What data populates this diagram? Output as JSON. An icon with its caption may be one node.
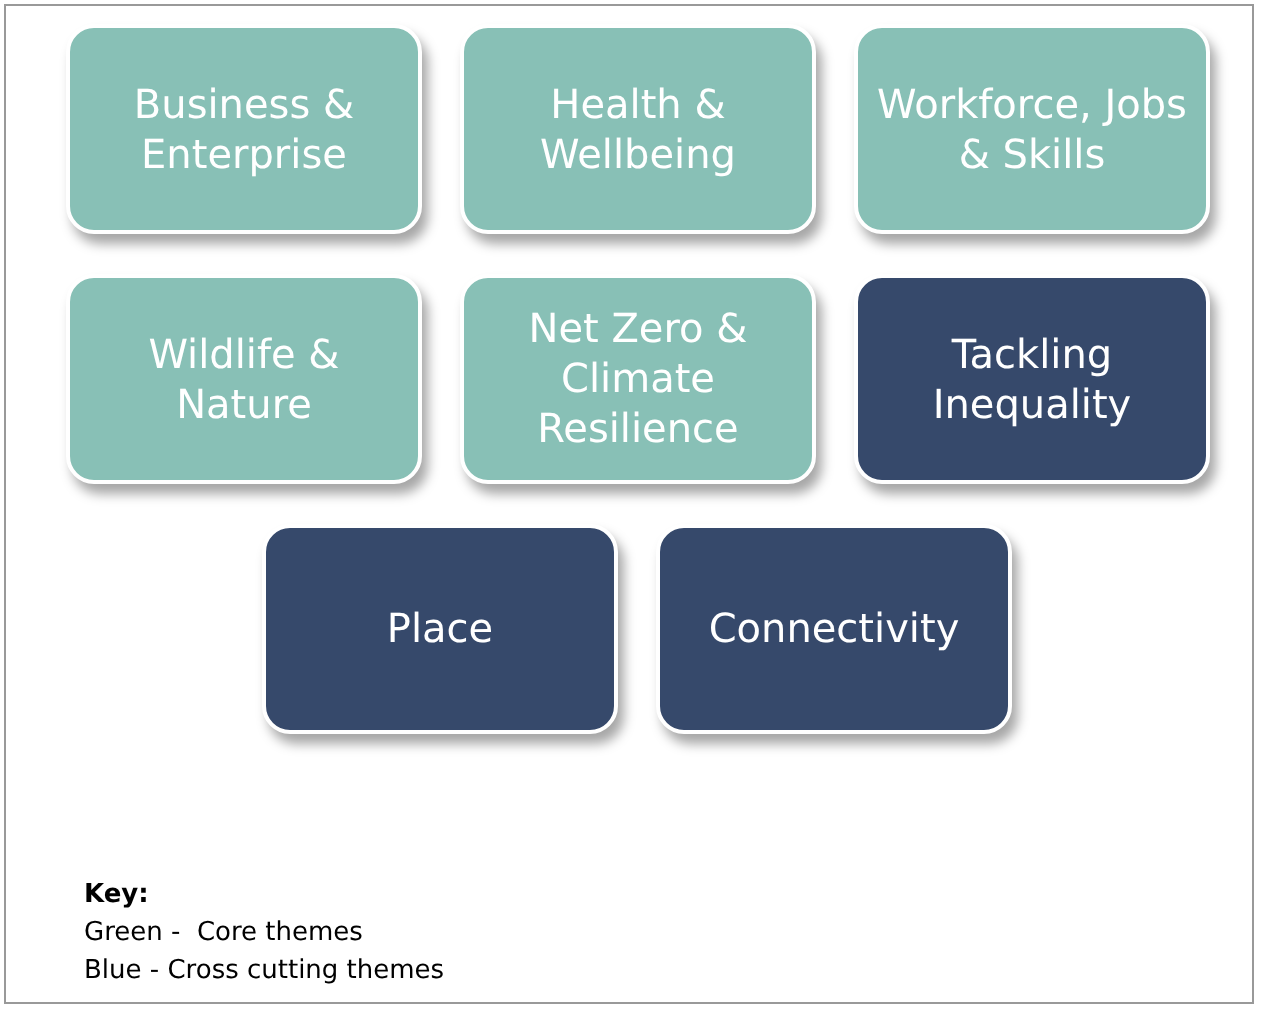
{
  "diagram": {
    "nodes": [
      {
        "text": [
          "Business & Enterprise"
        ]
      },
      {
        "text": [
          "Health & Wellbeing"
        ]
      },
      {
        "text": [
          "Workforce, Jobs & Skills"
        ]
      },
      {
        "text": [
          "Wildlife & Nature"
        ]
      },
      {
        "text": [
          "Net Zero & Climate Resilience"
        ]
      },
      {
        "text": [
          "Tackling Inequality"
        ]
      },
      {
        "text": [
          "Place"
        ]
      },
      {
        "text": [
          "Connectivity"
        ]
      }
    ],
    "labels": [
      "Key:",
      "Green -  Core themes",
      "Blue - Cross cutting themes"
    ]
  }
}
